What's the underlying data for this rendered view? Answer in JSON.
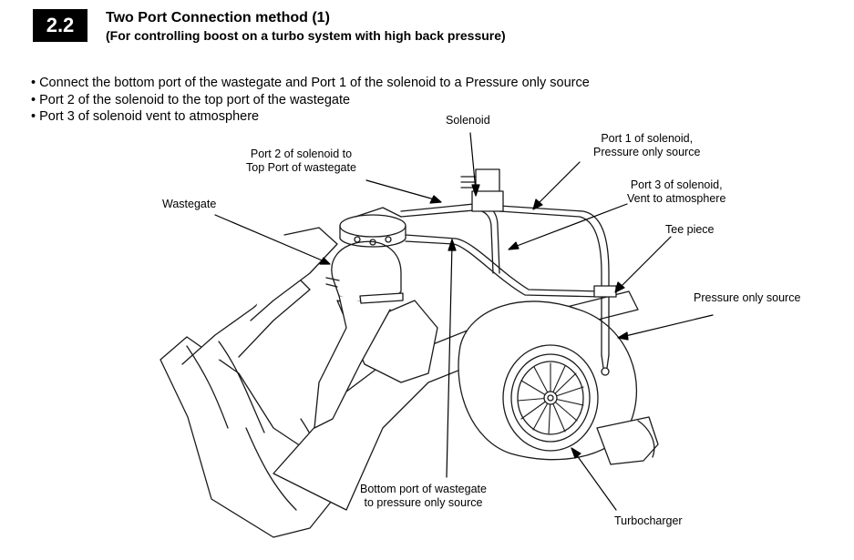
{
  "header": {
    "section_number": "2.2",
    "title": "Two Port Connection method (1)",
    "subtitle": "(For controlling boost on a turbo system with high back pressure)"
  },
  "instructions": [
    "Connect the bottom port of the wastegate and Port 1 of the solenoid to a Pressure only source",
    "Port 2 of the solenoid to the top port of the wastegate",
    "Port 3 of solenoid vent to atmosphere"
  ],
  "callouts": {
    "solenoid": "Solenoid",
    "port2_line1": "Port 2 of solenoid to",
    "port2_line2": "Top Port of wastegate",
    "port1_line1": "Port 1 of solenoid,",
    "port1_line2": "Pressure only source",
    "wastegate": "Wastegate",
    "port3_line1": "Port 3 of solenoid,",
    "port3_line2": "Vent to atmosphere",
    "tee_piece": "Tee piece",
    "pressure_only_source": "Pressure only source",
    "bottom_port_line1": "Bottom port of wastegate",
    "bottom_port_line2": "to pressure only source",
    "turbocharger": "Turbocharger"
  }
}
